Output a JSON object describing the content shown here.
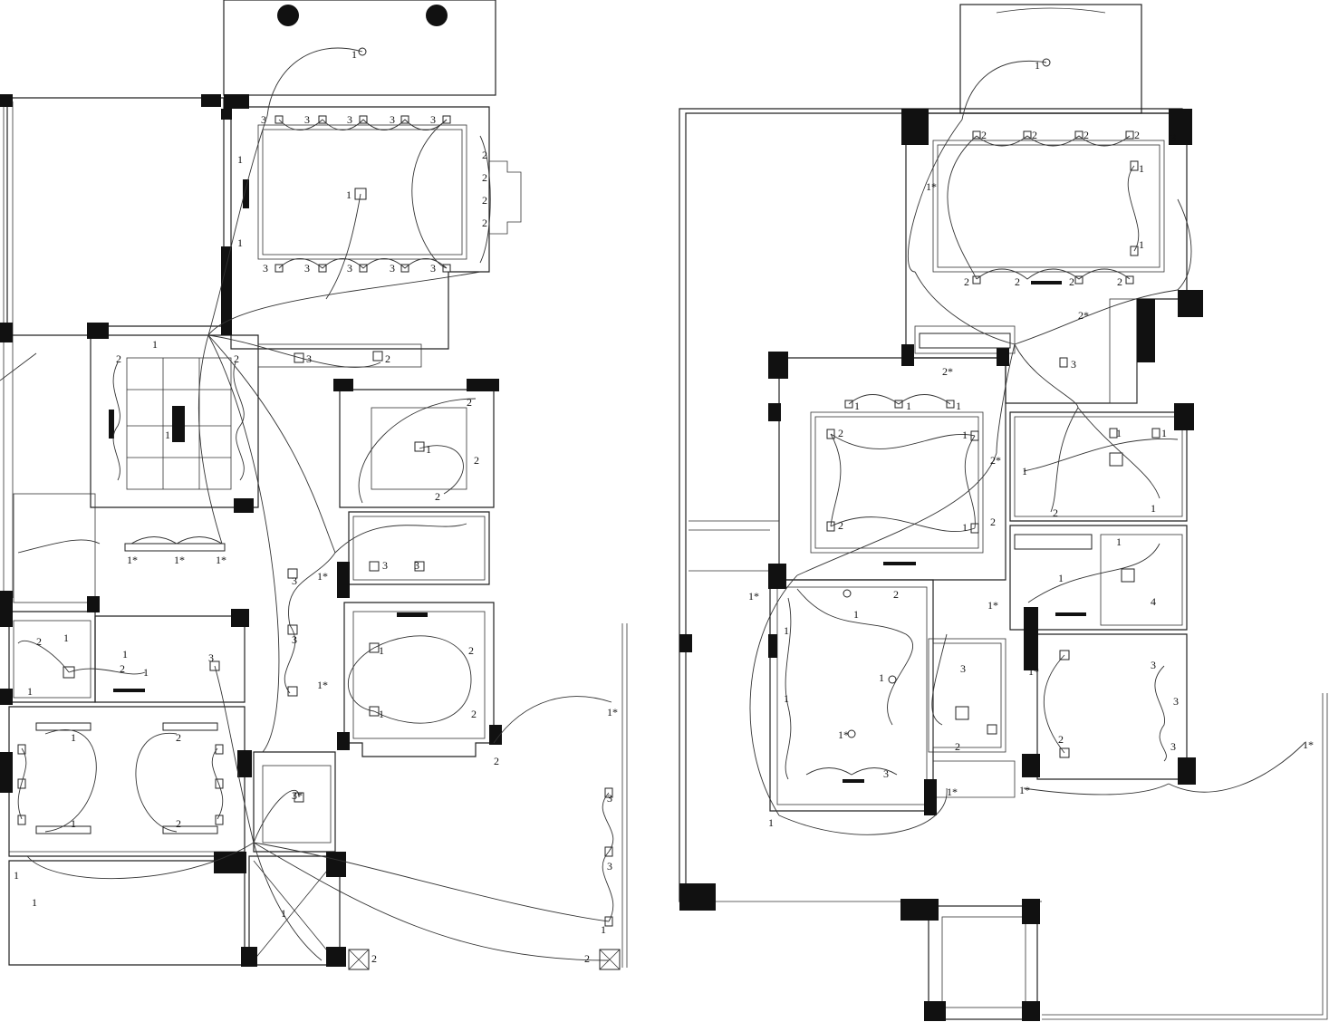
{
  "colors": {
    "ink": "#111111",
    "background": "#ffffff"
  },
  "plans": [
    {
      "id": "plan-left",
      "circuit_labels": [
        "1",
        "3",
        "3",
        "3",
        "3",
        "3",
        "1",
        "1",
        "3",
        "3",
        "3",
        "3",
        "3",
        "1",
        "2",
        "2",
        "2",
        "2",
        "2",
        "2",
        "1",
        "1*",
        "1*",
        "1*",
        "3",
        "1",
        "2",
        "2",
        "3",
        "3",
        "1*",
        "3",
        "3",
        "1*",
        "1",
        "2",
        "2",
        "2",
        "2",
        "1",
        "1",
        "2",
        "2",
        "1",
        "1",
        "1",
        "2",
        "1",
        "1",
        "2",
        "1",
        "3*",
        "1",
        "1",
        "1*",
        "3",
        "3",
        "1",
        "2",
        "2",
        "3",
        "2",
        "1"
      ]
    },
    {
      "id": "plan-right",
      "circuit_labels": [
        "1",
        "2",
        "2",
        "2",
        "2",
        "3",
        "1",
        "1",
        "1*",
        "2",
        "2",
        "2",
        "2",
        "2*",
        "3",
        "1",
        "1",
        "1",
        "2*",
        "2",
        "2",
        "2*",
        "1",
        "1",
        "1",
        "2",
        "1",
        "1",
        "2",
        "1*",
        "1",
        "2",
        "1",
        "1",
        "1",
        "1*",
        "3",
        "1",
        "3",
        "2",
        "1",
        "1*",
        "1*",
        "1*",
        "3",
        "3",
        "3",
        "2",
        "1*",
        "1*",
        "4",
        "1",
        "1"
      ]
    }
  ]
}
